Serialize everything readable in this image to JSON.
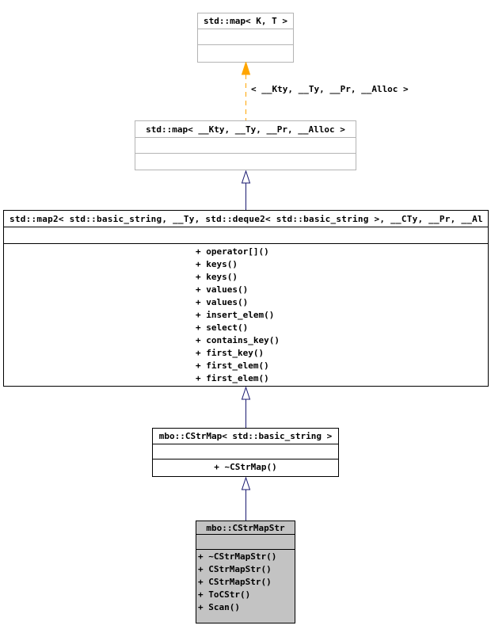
{
  "diagram": {
    "kind": "uml-inheritance-diagram",
    "colors": {
      "background": "#ffffff",
      "node_fill": "#ffffff",
      "highlight_node_fill": "#c3c3c3",
      "node_border": "#000000",
      "external_node_border": "#b4b4b4",
      "inheritance_arrow": "#191970",
      "template_arrow": "#ffa500",
      "text": "#000000"
    },
    "nodes": [
      {
        "title": "std::map< K, T >",
        "members": []
      },
      {
        "title": "std::map< __Kty, __Ty, __Pr, __Alloc >",
        "members": []
      },
      {
        "title": "std::map2< std::basic_string, __Ty, std::deque2< std::basic_string >, __CTy, __Pr, __Al",
        "members": [
          "+ operator[]()",
          "+ keys()",
          "+ keys()",
          "+ values()",
          "+ values()",
          "+ insert_elem()",
          "+ select()",
          "+ contains_key()",
          "+ first_key()",
          "+ first_elem()",
          "+ first_elem()"
        ]
      },
      {
        "title": "mbo::CStrMap< std::basic_string >",
        "members": [
          "+ ~CStrMap()"
        ]
      },
      {
        "title": "mbo::CStrMapStr",
        "members": [
          "+ ~CStrMapStr()",
          "+ CStrMapStr()",
          "+ CStrMapStr()",
          "+ ToCStr()",
          "+ Scan()"
        ]
      }
    ],
    "edges": [
      {
        "type": "template-instantiation",
        "from": "std::map< __Kty, __Ty, __Pr, __Alloc >",
        "to": "std::map< K, T >",
        "label": "< __Kty, __Ty, __Pr, __Alloc >"
      },
      {
        "type": "inheritance",
        "from": "std::map2",
        "to": "std::map< __Kty, __Ty, __Pr, __Alloc >",
        "label": ""
      },
      {
        "type": "inheritance",
        "from": "mbo::CStrMap< std::basic_string >",
        "to": "std::map2",
        "label": ""
      },
      {
        "type": "inheritance",
        "from": "mbo::CStrMapStr",
        "to": "mbo::CStrMap< std::basic_string >",
        "label": ""
      }
    ]
  }
}
